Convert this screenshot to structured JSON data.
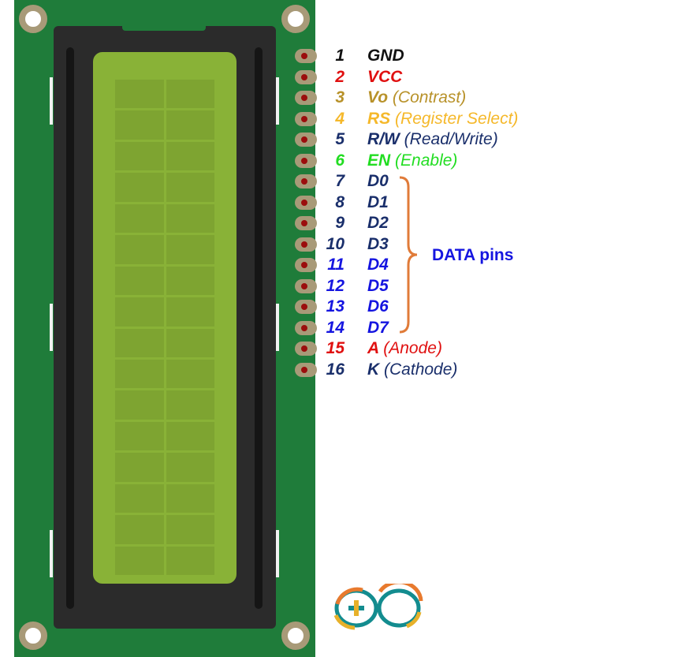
{
  "pins": [
    {
      "num": "1",
      "name": "GND",
      "desc": "",
      "color": "#111111"
    },
    {
      "num": "2",
      "name": "VCC",
      "desc": "",
      "color": "#e01010"
    },
    {
      "num": "3",
      "name": "Vo",
      "desc": "(Contrast)",
      "color": "#b8922a"
    },
    {
      "num": "4",
      "name": "RS",
      "desc": "(Register Select)",
      "color": "#f5b82a"
    },
    {
      "num": "5",
      "name": "R/W",
      "desc": "(Read/Write)",
      "color": "#1a2f6b"
    },
    {
      "num": "6",
      "name": "EN",
      "desc": "(Enable)",
      "color": "#22dd22"
    },
    {
      "num": "7",
      "name": "D0",
      "desc": "",
      "color": "#1a2f6b"
    },
    {
      "num": "8",
      "name": "D1",
      "desc": "",
      "color": "#1a2f6b"
    },
    {
      "num": "9",
      "name": "D2",
      "desc": "",
      "color": "#1a2f6b"
    },
    {
      "num": "10",
      "name": "D3",
      "desc": "",
      "color": "#1a2f6b"
    },
    {
      "num": "11",
      "name": "D4",
      "desc": "",
      "color": "#1515e0"
    },
    {
      "num": "12",
      "name": "D5",
      "desc": "",
      "color": "#1515e0"
    },
    {
      "num": "13",
      "name": "D6",
      "desc": "",
      "color": "#1515e0"
    },
    {
      "num": "14",
      "name": "D7",
      "desc": "",
      "color": "#1515e0"
    },
    {
      "num": "15",
      "name": "A",
      "desc": "(Anode)",
      "color": "#e01010"
    },
    {
      "num": "16",
      "name": "K",
      "desc": "(Cathode)",
      "color": "#1a2f6b"
    }
  ],
  "data_group_label": "DATA pins",
  "colors": {
    "board": "#1f7c3a",
    "screen": "#89b237",
    "brace": "#e07b39"
  },
  "logo": "arduino-infinity-logo"
}
